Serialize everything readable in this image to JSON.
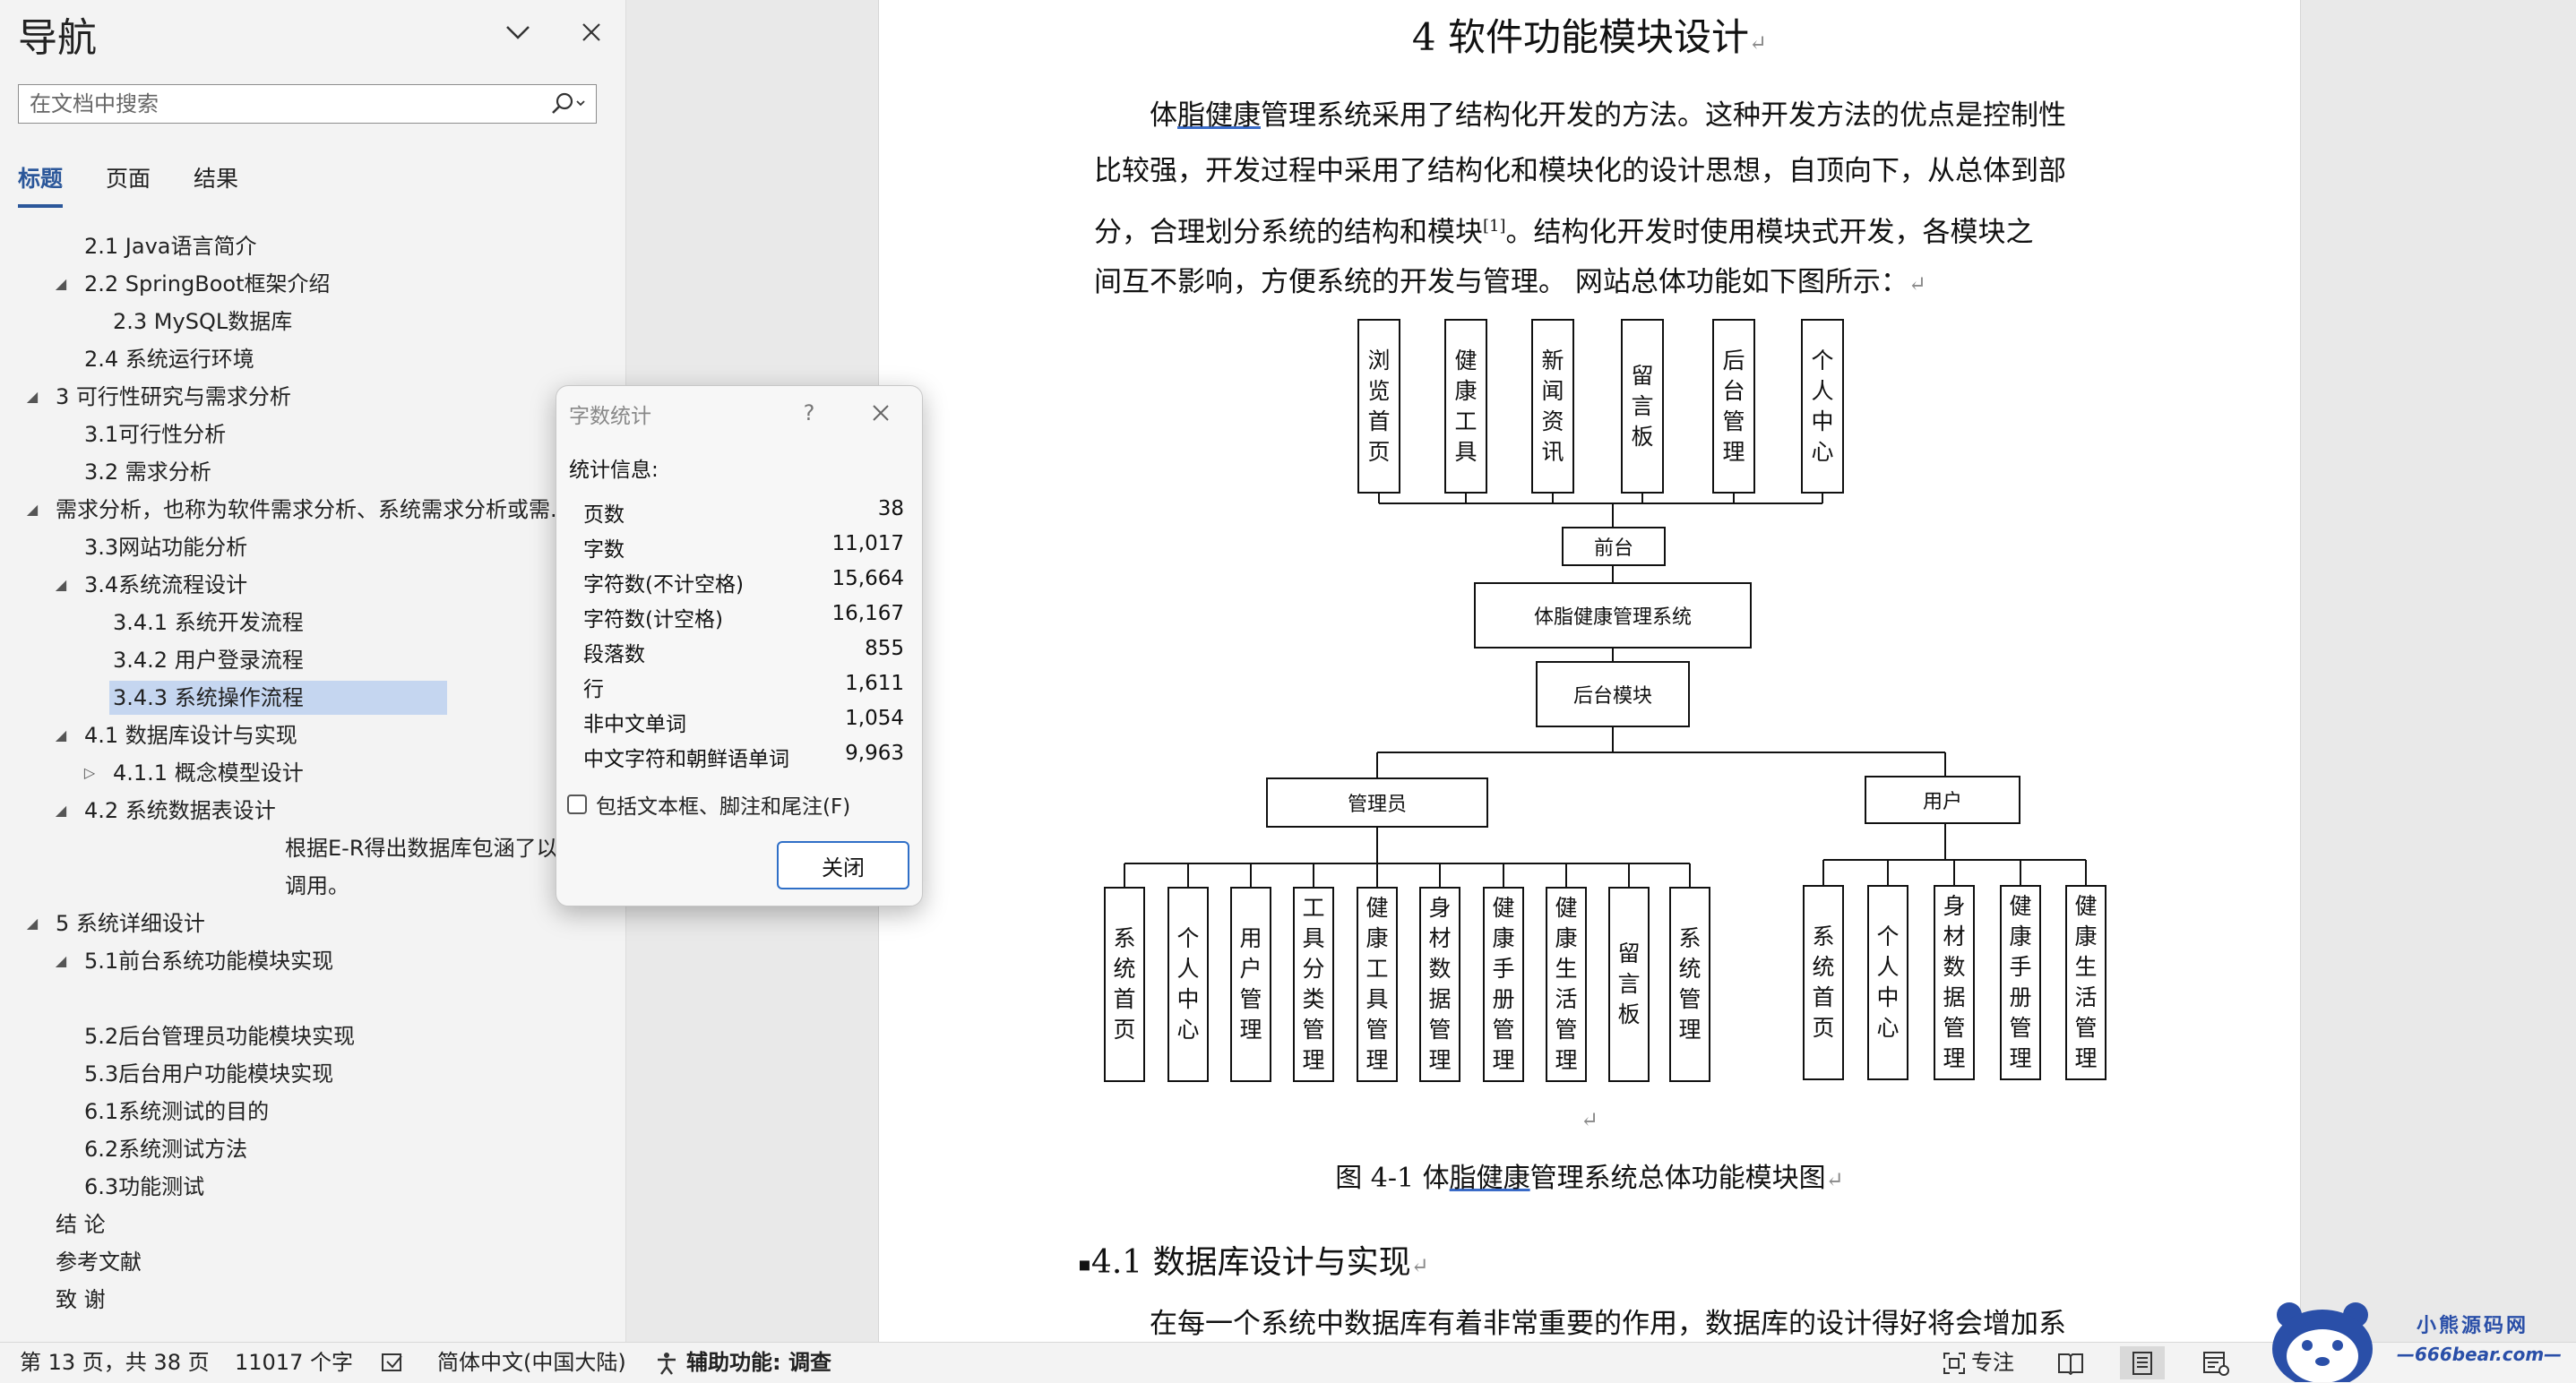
{
  "nav": {
    "title": "导航",
    "search_placeholder": "在文档中搜索",
    "tabs": [
      "标题",
      "页面",
      "结果"
    ],
    "items": [
      {
        "label": "2.1 Java语言简介",
        "expander": ""
      },
      {
        "label": "2.2 SpringBoot框架介绍",
        "expander": "◢"
      },
      {
        "label": "2.3 MySQL数据库",
        "expander": ""
      },
      {
        "label": "2.4  系统运行环境",
        "expander": ""
      },
      {
        "label": "3 可行性研究与需求分析",
        "expander": "◢"
      },
      {
        "label": "3.1可行性分析",
        "expander": ""
      },
      {
        "label": "3.2 需求分析",
        "expander": ""
      },
      {
        "label": "需求分析，也称为软件需求分析、系统需求分析或需...",
        "expander": "◢"
      },
      {
        "label": "3.3网站功能分析",
        "expander": ""
      },
      {
        "label": "3.4系统流程设计",
        "expander": "◢"
      },
      {
        "label": "3.4.1 系统开发流程",
        "expander": ""
      },
      {
        "label": "3.4.2 用户登录流程",
        "expander": ""
      },
      {
        "label": "3.4.3 系统操作流程",
        "expander": ""
      },
      {
        "label": "4.1 数据库设计与实现",
        "expander": "◢"
      },
      {
        "label": "4.1.1 概念模型设计",
        "expander": "▷"
      },
      {
        "label": "4.2 系统数据表设计",
        "expander": "◢"
      },
      {
        "label": "根据E-R得出数据库包涵了以...",
        "expander": ""
      },
      {
        "label": "调用。",
        "expander": ""
      },
      {
        "label": "5 系统详细设计",
        "expander": "◢"
      },
      {
        "label": "5.1前台系统功能模块实现",
        "expander": "◢"
      },
      {
        "label": "",
        "expander": ""
      },
      {
        "label": "5.2后台管理员功能模块实现",
        "expander": ""
      },
      {
        "label": "5.3后台用户功能模块实现",
        "expander": ""
      },
      {
        "label": "6.1系统测试的目的",
        "expander": ""
      },
      {
        "label": "6.2系统测试方法",
        "expander": ""
      },
      {
        "label": "6.3功能测试",
        "expander": ""
      },
      {
        "label": "结  论",
        "expander": ""
      },
      {
        "label": "参考文献",
        "expander": ""
      },
      {
        "label": "致  谢",
        "expander": ""
      }
    ]
  },
  "dialog": {
    "title": "字数统计",
    "help": "?",
    "subtitle": "统计信息:",
    "rows": [
      {
        "key": "页数",
        "value": "38"
      },
      {
        "key": "字数",
        "value": "11,017"
      },
      {
        "key": "字符数(不计空格)",
        "value": "15,664"
      },
      {
        "key": "字符数(计空格)",
        "value": "16,167"
      },
      {
        "key": "段落数",
        "value": "855"
      },
      {
        "key": "行",
        "value": "1,611"
      },
      {
        "key": "非中文单词",
        "value": "1,054"
      },
      {
        "key": "中文字符和朝鲜语单词",
        "value": "9,963"
      }
    ],
    "checkbox_label": "包括文本框、脚注和尾注(F)",
    "close_label": "关闭"
  },
  "document": {
    "chapter_title": "4  软件功能模块设计",
    "para_lines": [
      [
        "体",
        "脂健康",
        "管理系统采用了结构化开发的方法。这种开发方法的优点是控制性"
      ],
      [
        "比较强，开发过程中采用了结构化和模块化的设计思想，自顶向下，从总体到部"
      ],
      [
        "分，合理划分系统的结构和模块",
        "[1]",
        "。结构化开发时使用模块式开发，各模块之"
      ],
      [
        "间互不影响，方便系统的开发与管理。 网站总体功能如下图所示："
      ]
    ],
    "paragraph_mark": "↵",
    "diagram": {
      "top_modules": [
        "浏览首页",
        "健康工具",
        "新闻资讯",
        "留言板",
        "后台管理",
        "个人中心"
      ],
      "front": "前台",
      "system": "体脂健康管理系统",
      "backend": "后台模块",
      "admin": "管理员",
      "user": "用户",
      "admin_modules": [
        "系统首页",
        "个人中心",
        "用户管理",
        "工具分类管理",
        "健康工具管理",
        "身材数据管理",
        "健康手册管理",
        "健康生活管理",
        "留言板",
        "系统管理"
      ],
      "user_modules": [
        "系统首页",
        "个人中心",
        "身材数据管理",
        "健康手册管理",
        "健康生活管理"
      ]
    },
    "caption_prefix": "图  4-1  体",
    "caption_underlined": "脂健康",
    "caption_suffix": "管理系统总体功能模块图",
    "section_title": "4.1  数据库设计与实现",
    "section_bullet": "▪",
    "next_para": "在每一个系统中数据库有着非常重要的作用，数据库的设计得好将会增加系"
  },
  "status": {
    "page_info": "第 13 页，共 38 页",
    "word_count": "11017 个字",
    "language": "简体中文(中国大陆)",
    "accessibility": "辅助功能: 调查",
    "focus": "专注"
  },
  "watermark": {
    "line1": "小熊源码网",
    "line2": "—666bear.com—"
  }
}
